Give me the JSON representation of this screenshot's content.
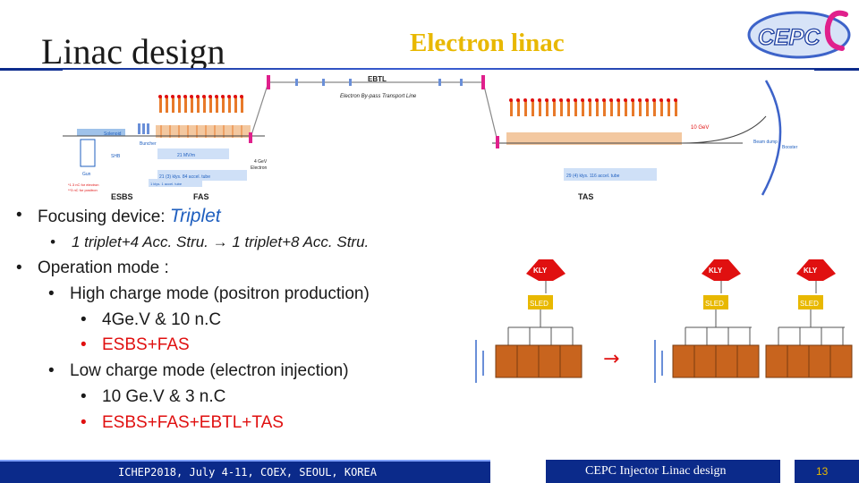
{
  "slide": {
    "title": "Linac design",
    "subtitle": "Electron linac"
  },
  "logo": {
    "text": "CEPC"
  },
  "diagram": {
    "ebtl_label": "EBTL",
    "bypass_label": "Electron By-pass Transport Line",
    "solenoid": "Solenoid",
    "buncher": "Buncher",
    "shb": "SHB",
    "gun": "Gun",
    "fas_spec1": "21 MV/m",
    "fas_spec2": "1 klys. 1 accel. tube",
    "fas_klys": "21 (3) klys.  84 accel. tube",
    "gev4": "4 GeV",
    "electron": "Electron",
    "note1": "*1.3 nC for electron",
    "note2": "**3 nC for positron",
    "esbs": "ESBS",
    "fas": "FAS",
    "tas_klys": "29 (4) klys.  116 accel. tube",
    "tas": "TAS",
    "gev10": "10 GeV",
    "beam_dump": "Beam dump",
    "booster": "Booster"
  },
  "bullets": [
    {
      "level": 1,
      "text": "Focusing device: ",
      "highlight": "Triplet"
    },
    {
      "level": 2,
      "text": "1 triplet+4 Acc. Stru. → 1 triplet+8 Acc. Stru."
    },
    {
      "level": 1,
      "text": "Operation mode :"
    },
    {
      "level": 2,
      "text": "High charge mode (positron production)"
    },
    {
      "level": 3,
      "text": "4Ge.V & 10 n.C"
    },
    {
      "level": 3,
      "text": "ESBS+FAS"
    },
    {
      "level": 2,
      "text": "Low charge mode (electron injection)"
    },
    {
      "level": 3,
      "text": "10 Ge.V & 3 n.C"
    },
    {
      "level": 3,
      "text": "ESBS+FAS+EBTL+TAS"
    }
  ],
  "rf_units": {
    "kly": "KLY",
    "sled": "SLED",
    "arrow": "→"
  },
  "footer": {
    "conference": "ICHEP2018, July 4-11, COEX, SEOUL, KOREA",
    "topic": "CEPC Injector Linac design",
    "page": "13"
  },
  "colors": {
    "footer_bg": "#0b2a8a",
    "accent_yellow": "#e8b800",
    "highlight_blue": "#1f5fbf",
    "highlight_red": "#e01010",
    "magnet_pink": "#e0208c",
    "cavity_orange": "#c8641e"
  }
}
